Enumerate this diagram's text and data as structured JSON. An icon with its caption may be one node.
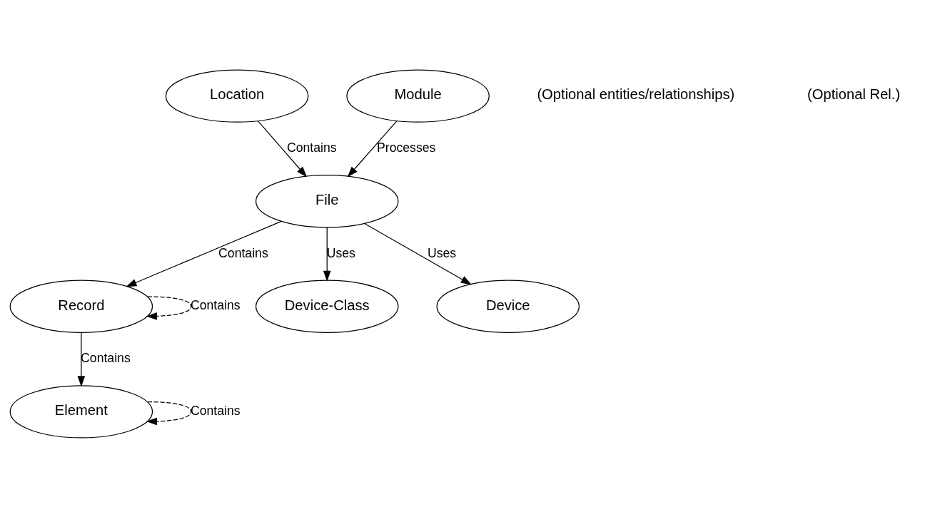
{
  "diagram": {
    "nodes": [
      {
        "text": [
          "File"
        ]
      },
      {
        "text": [
          "Record"
        ]
      },
      {
        "text": [
          "Element"
        ]
      },
      {
        "text": [
          "Location"
        ]
      },
      {
        "text": [
          "Module"
        ]
      },
      {
        "text": [
          "Device-Class"
        ]
      },
      {
        "text": [
          "Device"
        ]
      }
    ],
    "edges": [
      {
        "from": 3,
        "to": 0,
        "arrow": "to",
        "label": "Contains"
      },
      {
        "from": 4,
        "to": 0,
        "arrow": "to",
        "label": "Processes"
      },
      {
        "from": 0,
        "to": 5,
        "arrow": "to",
        "label": "Uses"
      },
      {
        "from": 0,
        "to": 6,
        "arrow": "to",
        "label": "Uses"
      },
      {
        "from": 0,
        "to": 1,
        "arrow": "to",
        "label": "Contains"
      },
      {
        "from": 1,
        "to": 1,
        "arrow": "to",
        "label": "Contains",
        "style": "dashed"
      },
      {
        "from": 1,
        "to": 2,
        "arrow": "to",
        "label": "Contains"
      },
      {
        "from": 2,
        "to": 2,
        "arrow": "to",
        "label": "Contains",
        "style": "dashed"
      }
    ],
    "labels": [
      "(Optional entities/relationships)",
      "(Optional Rel.)"
    ]
  }
}
